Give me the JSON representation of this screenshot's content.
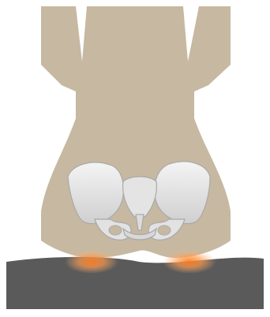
{
  "illustration": {
    "colors": {
      "background": "#ffffff",
      "body": "#c7b8a1",
      "cushion": "#5a5a5a",
      "pressure_point": "#ff8a3d",
      "bone": "#eeeeee",
      "bone_shadow": "#b9b9b9"
    },
    "parts": [
      "torso-silhouette",
      "pelvis-bones",
      "seat-cushion",
      "pressure-point-left",
      "pressure-point-right"
    ]
  }
}
